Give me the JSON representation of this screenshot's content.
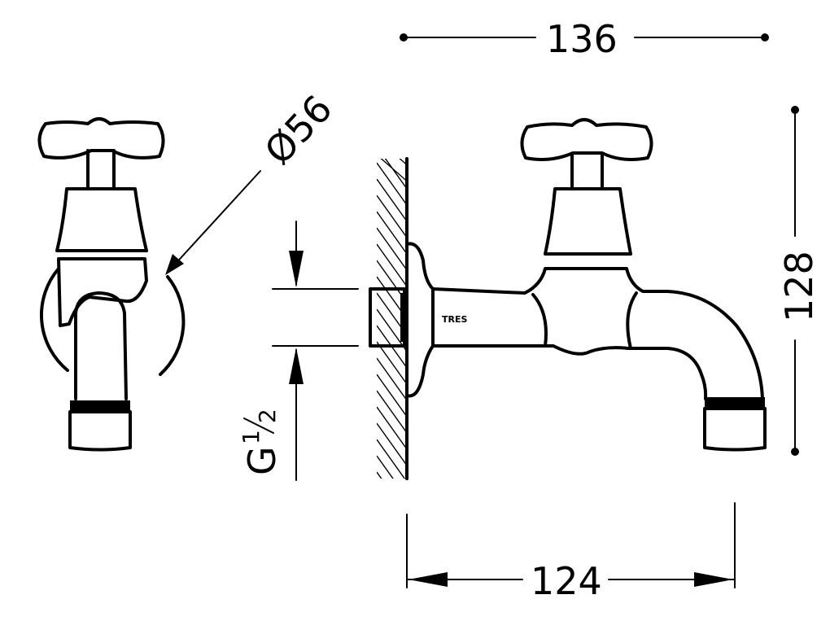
{
  "dimensions": {
    "width_overall": "136",
    "height": "128",
    "projection": "124",
    "diameter": "Ø56",
    "thread": "G",
    "thread_fraction_num": "1",
    "thread_fraction_den": "2"
  },
  "brand": "TRES",
  "colors": {
    "line": "#000000",
    "background": "#ffffff"
  }
}
